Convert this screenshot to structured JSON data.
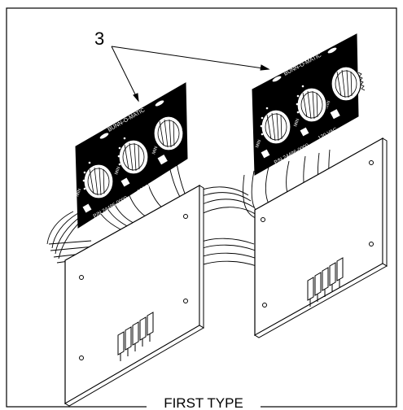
{
  "figure": {
    "callout_number": "3",
    "caption": "FIRST TYPE",
    "boards": [
      {
        "brand": "BUNN-O-MATIC",
        "part_number": "P/N 24486-0000",
        "voltage": "120 VAC",
        "knob_label": "MIN"
      },
      {
        "brand": "BUNN-O-MATIC",
        "part_number": "P/N 24486-0000",
        "voltage": "120 VAC",
        "knob_label": "MIN"
      }
    ]
  },
  "colors": {
    "line": "#000000",
    "plate": "#000000",
    "background": "#ffffff"
  }
}
